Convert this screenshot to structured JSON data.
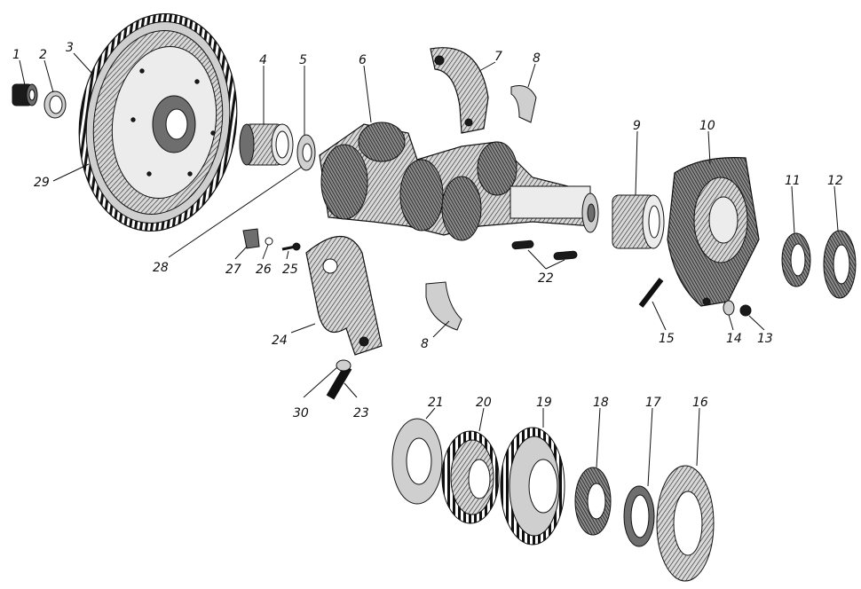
{
  "figure": {
    "callouts": [
      {
        "id": "1",
        "label": "1"
      },
      {
        "id": "2",
        "label": "2"
      },
      {
        "id": "3",
        "label": "3"
      },
      {
        "id": "4",
        "label": "4"
      },
      {
        "id": "5",
        "label": "5"
      },
      {
        "id": "6",
        "label": "6"
      },
      {
        "id": "7",
        "label": "7"
      },
      {
        "id": "8a",
        "label": "8"
      },
      {
        "id": "8b",
        "label": "8"
      },
      {
        "id": "9",
        "label": "9"
      },
      {
        "id": "10",
        "label": "10"
      },
      {
        "id": "11",
        "label": "11"
      },
      {
        "id": "12",
        "label": "12"
      },
      {
        "id": "13",
        "label": "13"
      },
      {
        "id": "14",
        "label": "14"
      },
      {
        "id": "15",
        "label": "15"
      },
      {
        "id": "16",
        "label": "16"
      },
      {
        "id": "17",
        "label": "17"
      },
      {
        "id": "18",
        "label": "18"
      },
      {
        "id": "19",
        "label": "19"
      },
      {
        "id": "20",
        "label": "20"
      },
      {
        "id": "21",
        "label": "21"
      },
      {
        "id": "22",
        "label": "22"
      },
      {
        "id": "23",
        "label": "23"
      },
      {
        "id": "24",
        "label": "24"
      },
      {
        "id": "25",
        "label": "25"
      },
      {
        "id": "26",
        "label": "26"
      },
      {
        "id": "27",
        "label": "27"
      },
      {
        "id": "28",
        "label": "28"
      },
      {
        "id": "29",
        "label": "29"
      },
      {
        "id": "30",
        "label": "30"
      }
    ]
  }
}
